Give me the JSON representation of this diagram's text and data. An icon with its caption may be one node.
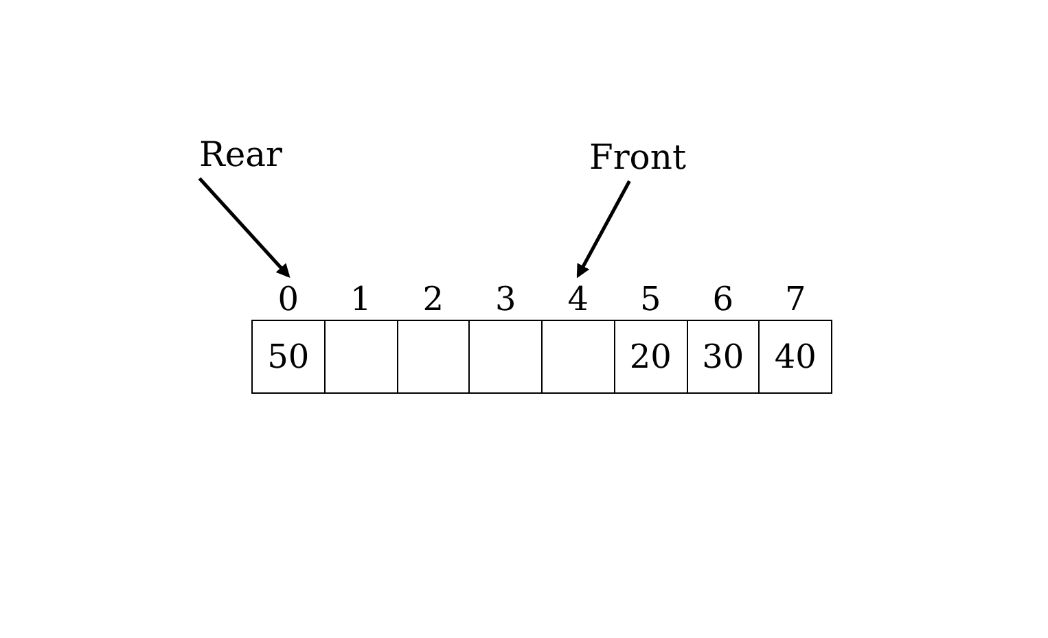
{
  "diagram": {
    "nodes": [
      {
        "text": [
          "Rear"
        ]
      },
      {
        "text": [
          "Front"
        ]
      },
      {
        "text": [
          "50"
        ],
        "beside": [
          "0"
        ]
      },
      {
        "text": [],
        "shape": "box",
        "beside": [
          "1"
        ]
      },
      {
        "text": [],
        "shape": "box",
        "beside": [
          "2"
        ]
      },
      {
        "text": [],
        "shape": "box",
        "beside": [
          "3"
        ]
      },
      {
        "text": [],
        "shape": "box",
        "beside": [
          "4"
        ]
      },
      {
        "text": [
          "20"
        ],
        "beside": [
          "5"
        ]
      },
      {
        "text": [
          "30"
        ],
        "beside": [
          "6"
        ]
      },
      {
        "text": [
          "40"
        ],
        "beside": [
          "7"
        ]
      }
    ],
    "edges": [
      {
        "from": 0,
        "to": 2,
        "arrow": "to"
      },
      {
        "from": 1,
        "to": 6,
        "arrow": "to"
      }
    ]
  }
}
